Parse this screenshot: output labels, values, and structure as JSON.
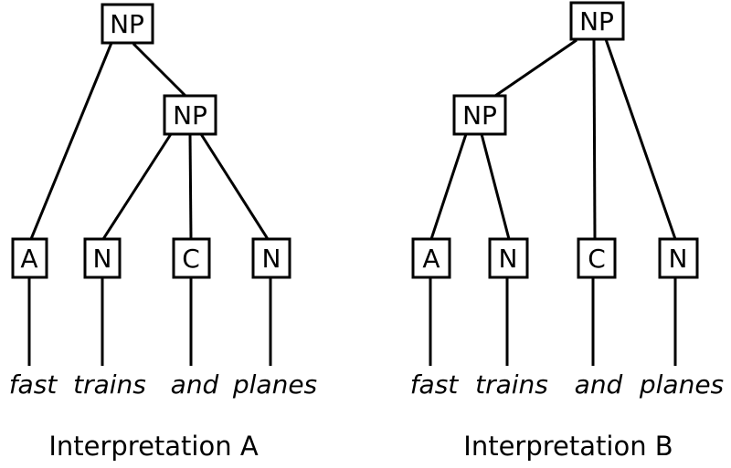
{
  "diagram": {
    "description": "Two constituency parse trees for the phrase 'fast trains and planes'",
    "colors": {
      "stroke": "#000000",
      "background": "#ffffff"
    },
    "tree_a": {
      "caption": "Interpretation A",
      "root_label": "NP",
      "inner_label": "NP",
      "leaf_labels": [
        "A",
        "N",
        "C",
        "N"
      ],
      "words": [
        "fast",
        "trains",
        "and",
        "planes"
      ]
    },
    "tree_b": {
      "caption": "Interpretation B",
      "root_label": "NP",
      "inner_label": "NP",
      "leaf_labels": [
        "A",
        "N",
        "C",
        "N"
      ],
      "words": [
        "fast",
        "trains",
        "and",
        "planes"
      ]
    }
  }
}
